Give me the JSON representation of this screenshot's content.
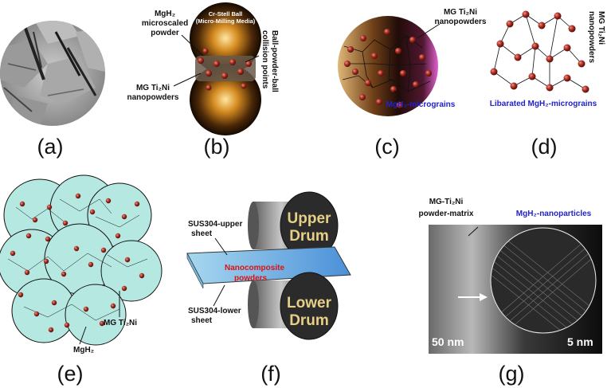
{
  "panels": {
    "a": {
      "caption": "(a)"
    },
    "b": {
      "caption": "(b)",
      "ball_title_1": "Cr-Stell Ball",
      "ball_title_2": "(Micro-Milling Media)",
      "mgh2_1": "MgH₂",
      "mgh2_2": "microscaled",
      "mgh2_3": "powder",
      "ti2ni_1": "MG Ti₂Ni",
      "ti2ni_2": "nanopowders",
      "collision_1": "Ball-powder-ball",
      "collision_2": "collision points"
    },
    "c": {
      "caption": "(c)",
      "ti2ni_1": "MG Ti₂Ni",
      "ti2ni_2": "nanopowders",
      "micrograins": "MgH₂-micrograins"
    },
    "d": {
      "caption": "(d)",
      "ti2ni_1": "MG Ti₂Ni",
      "ti2ni_2": "nanopowders",
      "liberated": "Libarated MgH₂-micrograins"
    },
    "e": {
      "caption": "(e)",
      "ti2ni": "MG Ti₂Ni",
      "mgh2": "MgH₂"
    },
    "f": {
      "caption": "(f)",
      "upper_1": "Upper",
      "upper_2": "Drum",
      "lower_1": "Lower",
      "lower_2": "Drum",
      "sheet_upper_1": "SUS304-upper",
      "sheet_upper_2": "sheet",
      "sheet_lower_1": "SUS304-lower",
      "sheet_lower_2": "sheet",
      "nano_1": "Nanocomposite",
      "nano_2": "powders"
    },
    "g": {
      "caption": "(g)",
      "matrix_1": "MG-Ti₂Ni",
      "matrix_2": "powder-matrix",
      "nanoparticles": "MgH₂-nanoparticles",
      "scale_left": "50 nm",
      "scale_right": "5 nm"
    }
  },
  "colors": {
    "particle": "#a52a1f",
    "grain_fill": "#b6e8e2",
    "label_blue": "#2222cc",
    "drum_text": "#e8cf88",
    "nano_red": "#e01010"
  }
}
